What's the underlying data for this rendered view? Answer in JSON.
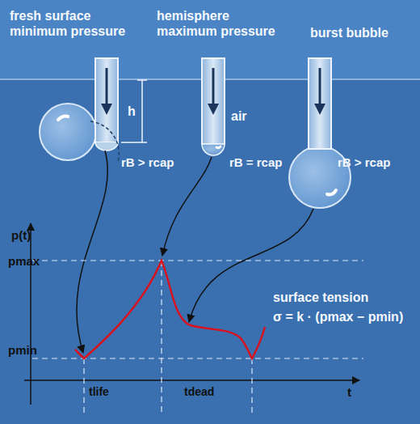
{
  "diagram": {
    "labels": [
      "fresh surface minimum pressure",
      "hemisphere maximum pressure",
      "burst bubble",
      "h",
      "air",
      "rB > rcap",
      "rB = rcap",
      "rB > rcap",
      "p(t)",
      "pmax",
      "pmin",
      "tlife",
      "tdead",
      "t",
      "surface tension",
      "σ = k · (pmax − pmin)"
    ]
  }
}
